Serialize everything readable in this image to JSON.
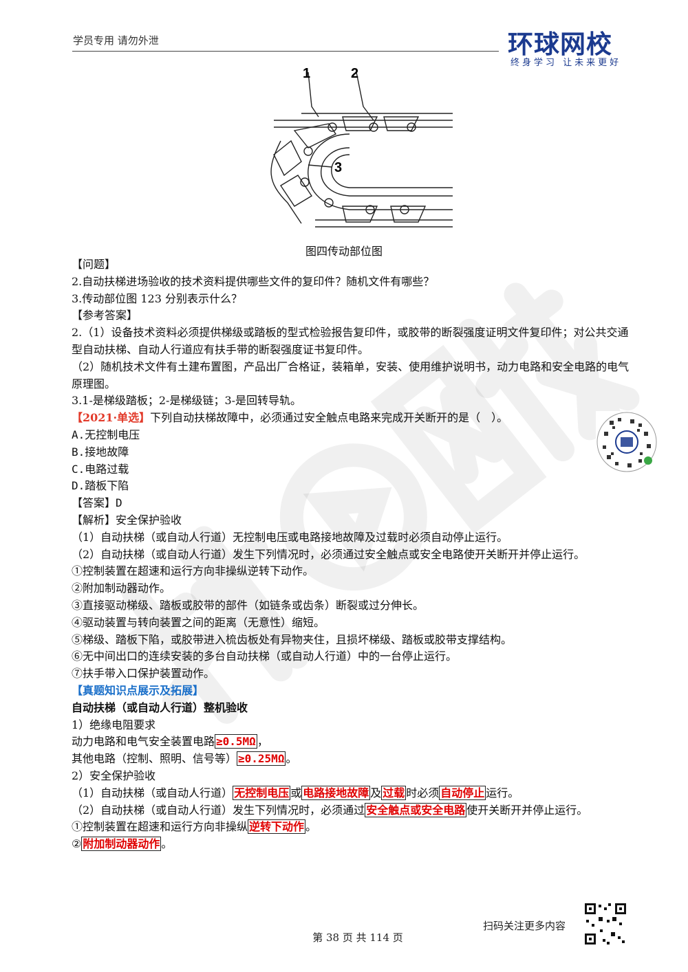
{
  "header": {
    "note": "学员专用 请勿外泄",
    "logo_text": "环球网校",
    "slogan": "终身学习 让未来更好"
  },
  "figure": {
    "labels": [
      "1",
      "2",
      "3"
    ],
    "caption": "图四传动部位图"
  },
  "questions": {
    "heading": "【问题】",
    "items": [
      "2.自动扶梯进场验收的技术资料提供哪些文件的复印件？随机文件有哪些？",
      "3.传动部位图 123 分别表示什么？"
    ]
  },
  "answers": {
    "heading": "【参考答案】",
    "p1": "2.（1）设备技术资料必须提供梯级或踏板的型式检验报告复印件，或胶带的断裂强度证明文件复印件；对公共交通型自动扶梯、自动人行道应有扶手带的断裂强度证书复印件。",
    "p2": "（2）随机技术文件有土建布置图，产品出厂合格证，装箱单，安装、使用维护说明书，动力电路和安全电路的电气原理图。",
    "p3": "3.1-是梯级踏板；2-是梯级链；3-是回转导轨。"
  },
  "mcq": {
    "tag": "【2021·单选】",
    "stem": "下列自动扶梯故障中，必须通过安全触点电路来完成开关断开的是（　）。",
    "options": [
      "A.无控制电压",
      "B.接地故障",
      "C.电路过载",
      "D.踏板下陷"
    ],
    "answer_label": "【答案】",
    "answer": "D",
    "analysis_label": "【解析】",
    "analysis_title": "安全保护验收",
    "analysis_p1": "（1）自动扶梯（或自动人行道）无控制电压或电路接地故障及过载时必须自动停止运行。",
    "analysis_p2": "（2）自动扶梯（或自动人行道）发生下列情况时，必须通过安全触点或安全电路使开关断开并停止运行。",
    "cases": [
      "①控制装置在超速和运行方向非操纵逆转下动作。",
      "②附加制动器动作。",
      "③直接驱动梯级、踏板或胶带的部件（如链条或齿条）断裂或过分伸长。",
      "④驱动装置与转向装置之间的距离（无意性）缩短。",
      "⑤梯级、踏板下陷，或胶带进入梳齿板处有异物夹住，且损坏梯级、踏板或胶带支撑结构。",
      "⑥无中间出口的连续安装的多台自动扶梯（或自动人行道）中的一台停止运行。",
      "⑦扶手带入口保护装置动作。"
    ]
  },
  "expansion": {
    "heading": "【真题知识点展示及拓展】",
    "title": "自动扶梯（或自动人行道）整机验收",
    "s1_title": "1）绝缘电阻要求",
    "s1_l1_pre": "动力电路和电气安全装置电路",
    "s1_l1_val": "≥0.5MΩ",
    "s1_l1_post": "，",
    "s1_l2_pre": "其他电路（控制、照明、信号等）",
    "s1_l2_val": "≥0.25MΩ",
    "s1_l2_post": "。",
    "s2_title": "2）安全保护验收",
    "s2_l1_a": "（1）自动扶梯（或自动人行道）",
    "s2_l1_b": "无控制电压",
    "s2_l1_c": "或",
    "s2_l1_d": "电路接地故障",
    "s2_l1_e": "及",
    "s2_l1_f": "过载",
    "s2_l1_g": "时必须",
    "s2_l1_h": "自动停止",
    "s2_l1_i": "运行。",
    "s2_l2_a": "（2）自动扶梯（或自动人行道）发生下列情况时，必须通过",
    "s2_l2_b": "安全触点或安全电路",
    "s2_l2_c": "使开关断开并停止运行。",
    "s2_c1_a": "①控制装置在超速和运行方向非操纵",
    "s2_c1_b": "逆转下动作",
    "s2_c1_c": "。",
    "s2_c2_a": "②",
    "s2_c2_b": "附加制动器动作",
    "s2_c2_c": "。"
  },
  "footer": {
    "scan_label": "扫码关注更多内容",
    "page_text": "第 38 页 共 114 页"
  },
  "colors": {
    "brand_blue": "#1b3a8f",
    "section_blue": "#1a6fc9",
    "exam_red": "#e23a2a",
    "highlight_red": "#e00000"
  }
}
